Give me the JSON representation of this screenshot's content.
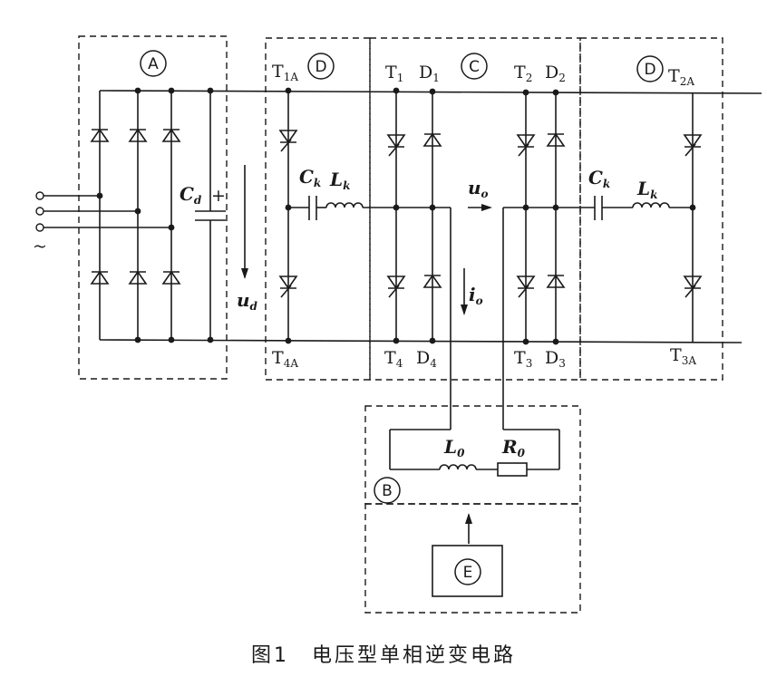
{
  "blocks": {
    "a": "A",
    "b": "B",
    "c": "C",
    "d_left": "D",
    "d_right": "D",
    "e": "E"
  },
  "labels": {
    "cd": "C",
    "cd_sub": "d",
    "cd_plus": "+",
    "ud": "u",
    "ud_sub": "d",
    "ck_left": "C",
    "ck_left_sub": "k",
    "lk_left": "L",
    "lk_left_sub": "k",
    "ck_right": "C",
    "ck_right_sub": "k",
    "lk_right": "L",
    "lk_right_sub": "k",
    "uo": "u",
    "uo_sub": "o",
    "io": "i",
    "io_sub": "o",
    "l0": "L",
    "l0_sub": "0",
    "r0": "R",
    "r0_sub": "0",
    "ac_symbol": "~"
  },
  "devices": {
    "t1a": "T",
    "t1a_sub": "1A",
    "t4a": "T",
    "t4a_sub": "4A",
    "t1": "T",
    "t1_sub": "1",
    "d1": "D",
    "d1_sub": "1",
    "t2": "T",
    "t2_sub": "2",
    "d2": "D",
    "d2_sub": "2",
    "t4": "T",
    "t4_sub": "4",
    "d4": "D",
    "d4_sub": "4",
    "t3": "T",
    "t3_sub": "3",
    "d3": "D",
    "d3_sub": "3",
    "t2a": "T",
    "t2a_sub": "2A",
    "t3a": "T",
    "t3a_sub": "3A"
  },
  "caption": "图1　电压型单相逆变电路"
}
